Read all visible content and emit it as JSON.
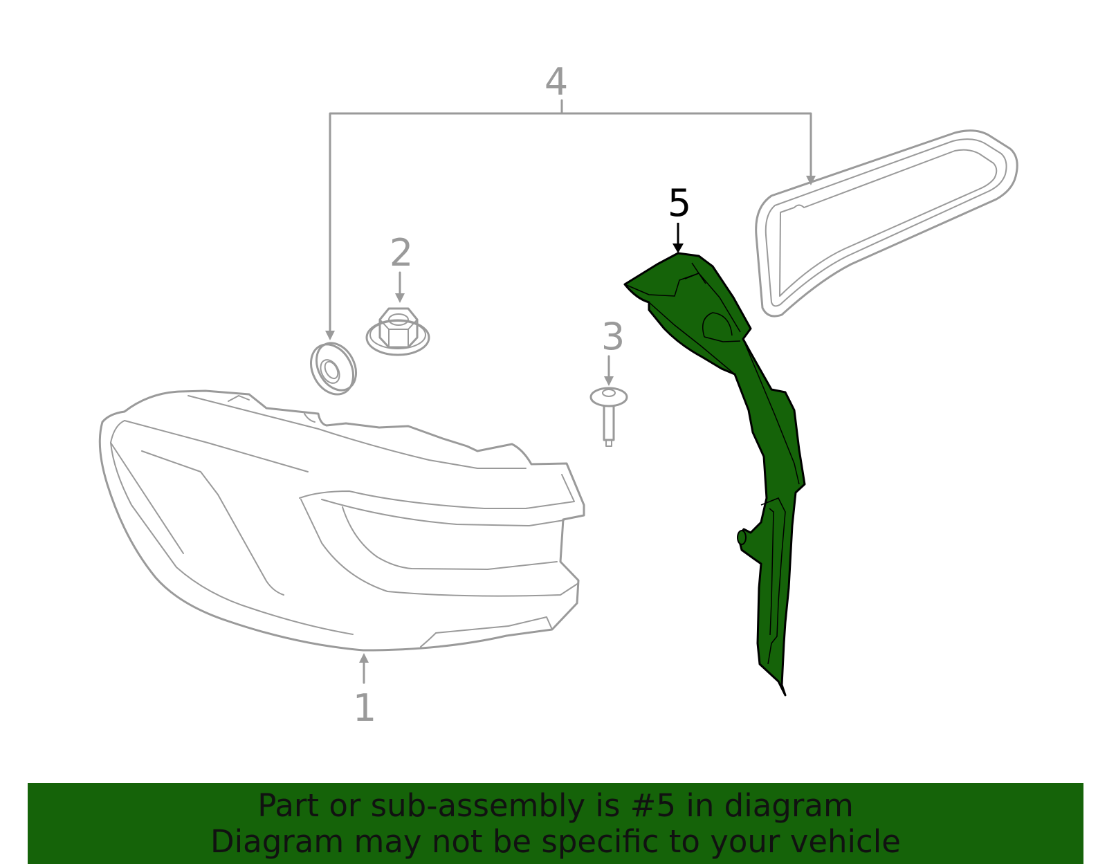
{
  "colors": {
    "highlight": "#156309",
    "muted_stroke": "#9a9a9a",
    "label_active": "#000000",
    "label_muted": "#9a9a9a"
  },
  "callouts": {
    "c1": "1",
    "c2": "2",
    "c3": "3",
    "c4": "4",
    "c5": "5"
  },
  "banner": {
    "line1": "Part or sub-assembly is #5 in diagram",
    "line2": "Diagram may not be specific to your vehicle"
  }
}
